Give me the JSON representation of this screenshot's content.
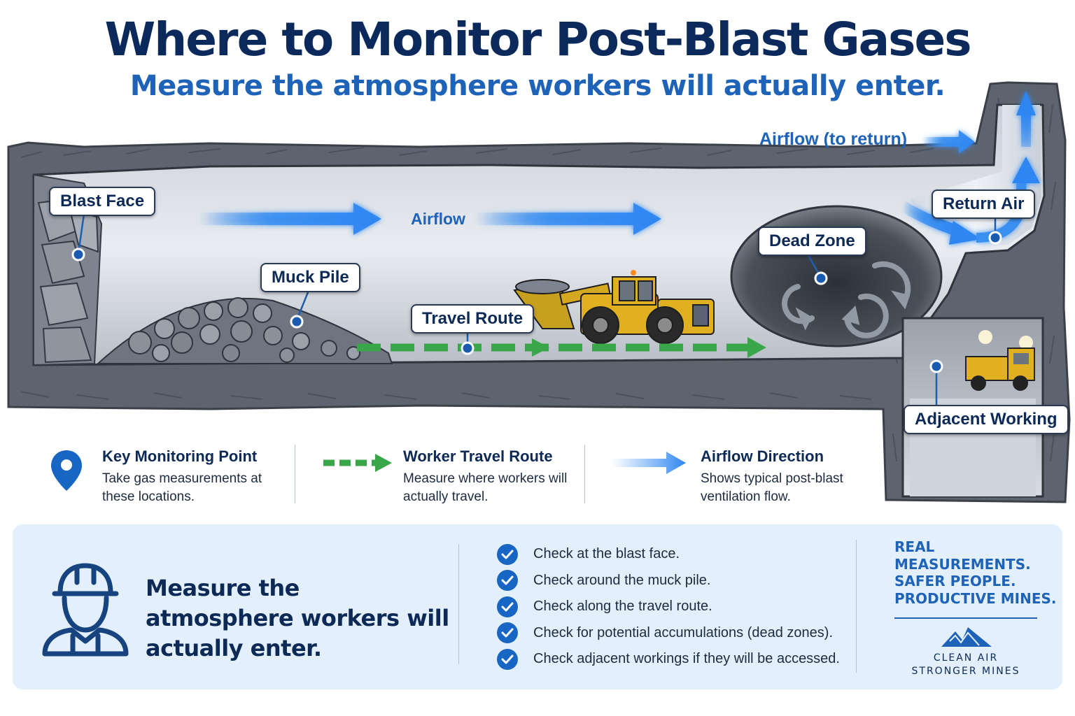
{
  "header": {
    "title": "Where to Monitor Post-Blast Gases",
    "subtitle": "Measure the atmosphere workers will actually enter."
  },
  "diagram": {
    "callouts": [
      {
        "id": "blast-face",
        "label": "Blast Face"
      },
      {
        "id": "muck-pile",
        "label": "Muck Pile"
      },
      {
        "id": "travel-route",
        "label": "Travel Route"
      },
      {
        "id": "dead-zone",
        "label": "Dead Zone"
      },
      {
        "id": "return-air",
        "label": "Return Air"
      },
      {
        "id": "adjacent-working",
        "label": "Adjacent Working"
      }
    ],
    "flow_labels": {
      "airflow": "Airflow",
      "airflow_to_return": "Airflow (to return)"
    }
  },
  "legend": [
    {
      "title": "Key Monitoring Point",
      "description": "Take gas measurements at these locations.",
      "icon": "map-pin-icon"
    },
    {
      "title": "Worker Travel Route",
      "description": "Measure where workers will actually travel.",
      "icon": "dashed-arrow-icon"
    },
    {
      "title": "Airflow Direction",
      "description": "Shows typical post-blast ventilation flow.",
      "icon": "airflow-arrow-icon"
    }
  ],
  "summary": {
    "message": "Measure the atmosphere workers will actually enter.",
    "checklist": [
      "Check at the blast face.",
      "Check around the muck pile.",
      "Check along the travel route.",
      "Check for potential accumulations (dead zones).",
      "Check adjacent workings if they will be accessed."
    ],
    "tagline": [
      "REAL",
      "MEASUREMENTS.",
      "SAFER PEOPLE.",
      "PRODUCTIVE MINES."
    ],
    "brand": [
      "CLEAN AIR",
      "STRONGER MINES"
    ]
  },
  "colors": {
    "navy": "#0b2a5b",
    "accent_blue": "#1f63b8",
    "route_green": "#3aa64a",
    "loader_yellow": "#e0b020",
    "rock_grey": "#5d6470",
    "panel_bg": "#e3f0fb"
  }
}
